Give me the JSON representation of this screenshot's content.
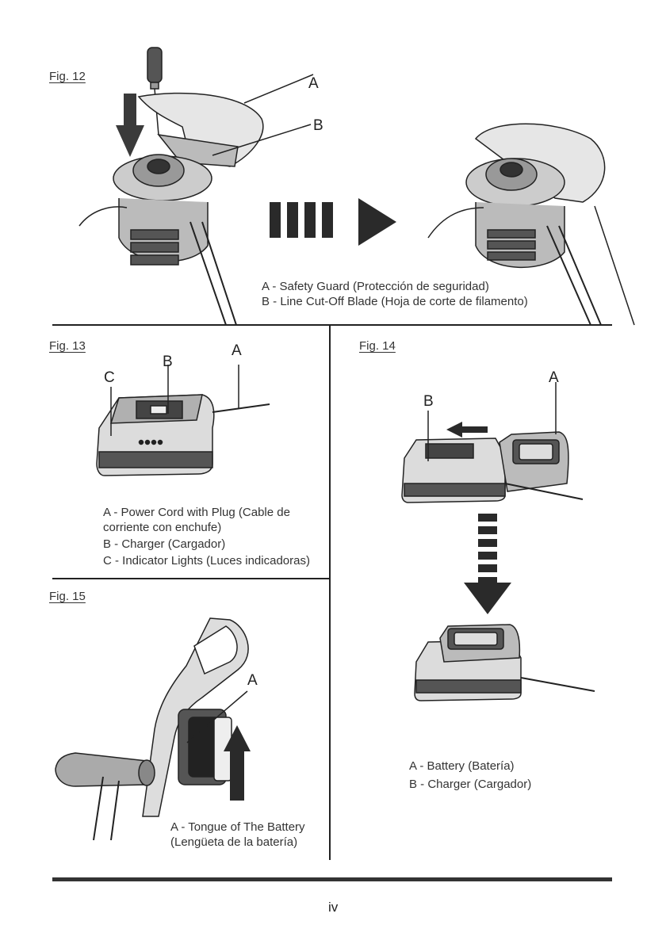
{
  "fig12": {
    "label": "Fig. 12",
    "callouts": [
      "A",
      "B"
    ],
    "legend": [
      "A - Safety Guard (Protección de seguridad)",
      "B - Line Cut-Off Blade (Hoja de corte de filamento)"
    ]
  },
  "fig13": {
    "label": "Fig. 13",
    "callouts": [
      "A",
      "B",
      "C"
    ],
    "legend": [
      "A - Power Cord with Plug (Cable de corriente con enchufe)",
      "B - Charger (Cargador)",
      "C - Indicator Lights (Luces indicadoras)"
    ]
  },
  "fig14": {
    "label": "Fig. 14",
    "callouts": [
      "A",
      "B"
    ],
    "legend": [
      "A - Battery (Batería)",
      "B - Charger (Cargador)"
    ]
  },
  "fig15": {
    "label": "Fig. 15",
    "callouts": [
      "A"
    ],
    "legend": [
      "A - Tongue of The Battery (Lengüeta de la batería)"
    ]
  },
  "page_number": "iv"
}
